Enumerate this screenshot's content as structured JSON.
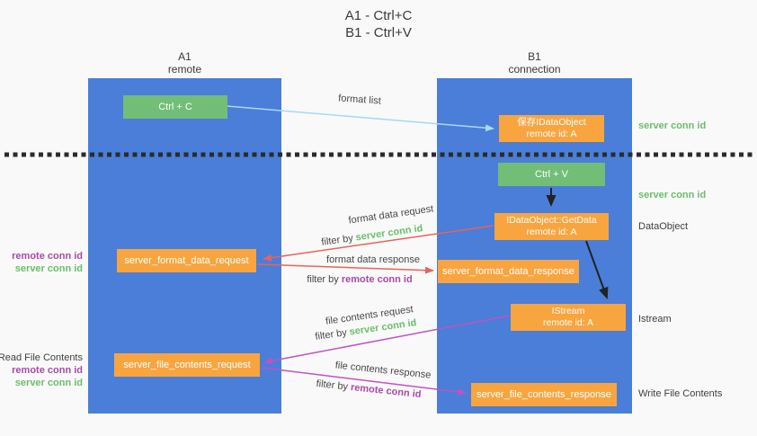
{
  "title": {
    "line1": "A1 - Ctrl+C",
    "line2": "B1 - Ctrl+V"
  },
  "columns": {
    "left": {
      "title": "A1",
      "subtitle": "remote"
    },
    "right": {
      "title": "B1",
      "subtitle": "connection"
    }
  },
  "nodes": {
    "ctrl_c": "Ctrl + C",
    "ctrl_v": "Ctrl + V",
    "save_idataobject": "保存IDataObject",
    "getdata": "IDataObject::GetData",
    "istream": "IStream",
    "remote_id_a": "remote id: A",
    "server_format_data_request": "server_format_data_request",
    "server_format_data_response": "server_format_data_response",
    "server_file_contents_request": "server_file_contents_request",
    "server_file_contents_response": "server_file_contents_response"
  },
  "labels": {
    "format_list": "format list",
    "format_data_request": "format data request",
    "format_data_response": "format data response",
    "file_contents_request": "file contents request",
    "file_contents_response": "file contents response",
    "filter_by": "filter by",
    "server_conn_id": "server conn id",
    "remote_conn_id": "remote conn id",
    "data_object": "DataObject",
    "istream_side": "Istream",
    "read_file_contents": "Read File Contents",
    "write_file_contents": "Write File Contents"
  },
  "colors": {
    "column_blue": "#4a7ed8",
    "box_green": "#72be77",
    "box_orange": "#f8a540",
    "arrow_light_blue": "#a9d8f2",
    "arrow_red": "#e8635c",
    "arrow_magenta": "#bf52c5",
    "arrow_black": "#222222",
    "text_green": "#6abf69",
    "text_purple": "#a64ca6"
  }
}
